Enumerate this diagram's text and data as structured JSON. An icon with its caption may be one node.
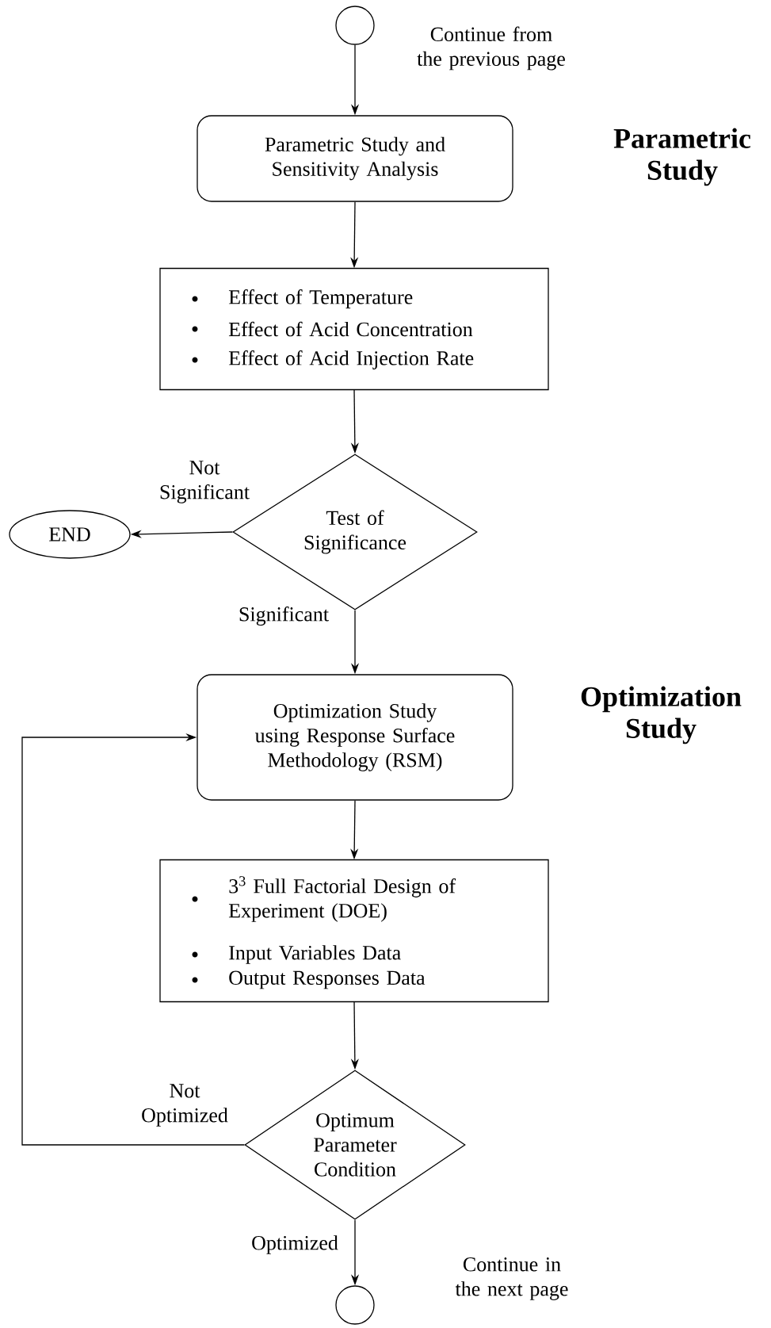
{
  "diagram": {
    "nodes": [
      {
        "text": [],
        "shape": "circle",
        "beside": [
          "Continue from the previous page"
        ]
      },
      {
        "text": [
          "Parametric Study and Sensitivity Analysis"
        ]
      },
      {
        "text": [
          "Effect of Temperature",
          "Effect of Acid Concentration",
          "Effect of Acid Injection Rate"
        ]
      },
      {
        "text": [
          "Test of Significance"
        ]
      },
      {
        "text": [
          "END"
        ]
      },
      {
        "text": [
          "Optimization Study using Response Surface Methodology (RSM)"
        ]
      },
      {
        "text": [
          "3$^{3}$ Full Factorial Design of Experiment (DOE)",
          "Input Variables Data",
          "Output Responses Data"
        ]
      },
      {
        "text": [
          "Optimum Parameter Condition"
        ]
      },
      {
        "text": [],
        "shape": "circle"
      }
    ],
    "edges": [
      {
        "from": 0,
        "to": 1,
        "arrow": "to"
      },
      {
        "from": 1,
        "to": 2,
        "arrow": "to"
      },
      {
        "from": 2,
        "to": 3,
        "arrow": "to"
      },
      {
        "from": 3,
        "to": 4,
        "arrow": "to",
        "label": "Not Significant"
      },
      {
        "from": 3,
        "to": 5,
        "arrow": "to",
        "label": "Significant"
      },
      {
        "from": 5,
        "to": 6,
        "arrow": "to"
      },
      {
        "from": 6,
        "to": 7,
        "arrow": "to"
      },
      {
        "from": 7,
        "to": 5,
        "arrow": "to",
        "label": "Not Optimized"
      },
      {
        "from": 7,
        "to": 8,
        "arrow": "to",
        "label": "Optimized"
      }
    ],
    "labels": [
      "Parametric Study",
      "Optimization Study",
      "Continue in the next page"
    ]
  }
}
